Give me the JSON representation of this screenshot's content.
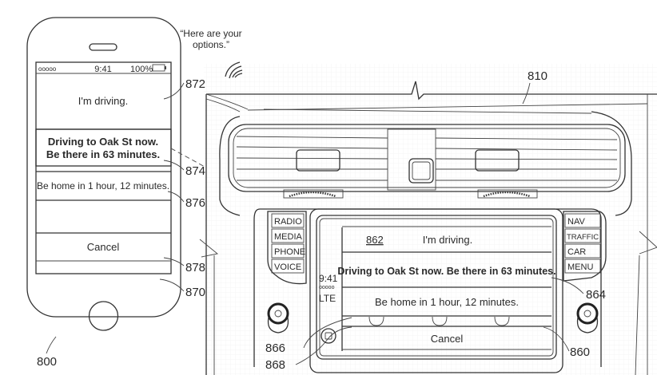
{
  "voice_prompt": {
    "line1": "“Here are your",
    "line2": "options.”"
  },
  "phone": {
    "status_bar": {
      "signal": "ooooo",
      "time": "9:41",
      "battery": "100%"
    },
    "title": "I'm driving.",
    "options": [
      {
        "line1": "Driving to Oak St now.",
        "line2": "Be there in 63 minutes.",
        "emphasis": true
      },
      {
        "line1": "Be home in 1 hour, 12 minutes.",
        "line2": "",
        "emphasis": false
      },
      {
        "line1": "",
        "line2": "",
        "emphasis": false
      }
    ],
    "cancel_label": "Cancel"
  },
  "car": {
    "left_buttons": [
      "RADIO",
      "MEDIA",
      "PHONE",
      "VOICE"
    ],
    "right_buttons": [
      "NAV",
      "TRAFFIC",
      "CAR",
      "MENU"
    ],
    "screen": {
      "time": "9:41",
      "signal": "ooooo",
      "network": "LTE",
      "title_ref": "862",
      "title": "I'm driving.",
      "options": [
        {
          "label": "Driving to Oak St now. Be there in 63 minutes.",
          "emphasis": true
        },
        {
          "label": "Be home in 1 hour, 12 minutes.",
          "emphasis": false
        }
      ],
      "cancel_label": "Cancel",
      "background_icons": [
        "music-icon",
        "message-icon",
        "phone-icon"
      ]
    }
  },
  "reference_numerals": {
    "phone": "800",
    "dashboard": "810",
    "car_display": "860",
    "car_title": "862",
    "car_option": "864",
    "car_pointer": "866",
    "car_home": "868",
    "phone_screen": "870",
    "phone_title": "872",
    "phone_option_1": "874",
    "phone_option_2": "876",
    "phone_cancel": "878"
  }
}
